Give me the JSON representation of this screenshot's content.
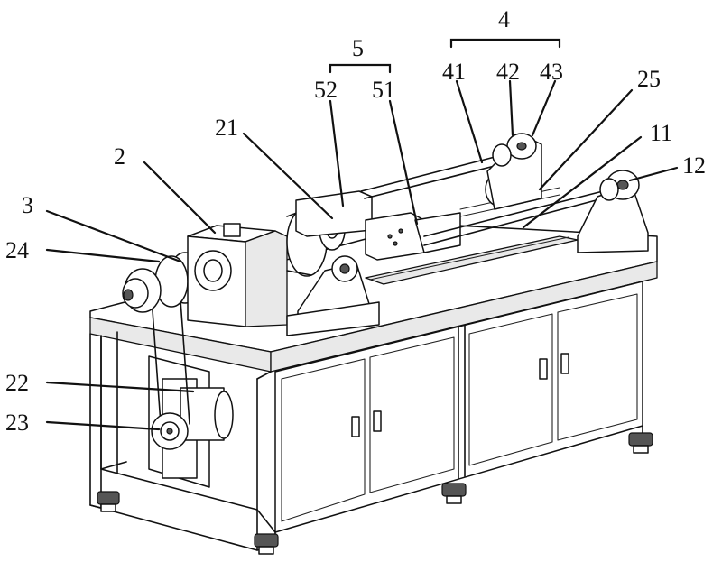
{
  "figure": {
    "callouts": {
      "c2": "2",
      "c3": "3",
      "c4": "4",
      "c5": "5",
      "c11": "11",
      "c12": "12",
      "c21": "21",
      "c22": "22",
      "c23": "23",
      "c24": "24",
      "c25": "25",
      "c41": "41",
      "c42": "42",
      "c43": "43",
      "c51": "51",
      "c52": "52"
    }
  }
}
